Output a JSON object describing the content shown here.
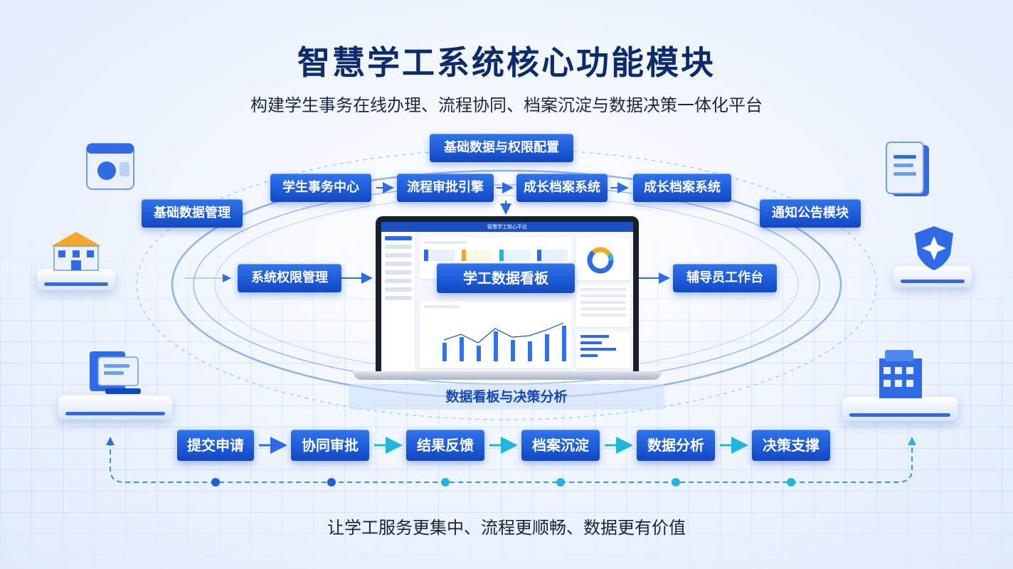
{
  "title": "智慧学工系统核心功能模块",
  "subtitle": "构建学生事务在线办理、流程协同、档案沉淀与数据决策一体化平台",
  "tagline": "让学工服务更集中、流程更顺畅、数据更有价值",
  "top_modules": {
    "config": "基础数据与权限配置",
    "row": [
      "学生事务中心",
      "流程审批引擎",
      "成长档案系统",
      "成长档案系统"
    ]
  },
  "side_modules": {
    "left_top": "基础数据管理",
    "left_mid": "系统权限管理",
    "right_top": "通知公告模块",
    "right_mid": "辅导员工作台"
  },
  "center": {
    "dashboard_label": "学工数据看板",
    "screen_title": "智慧学工核心平台",
    "caption": "数据看板与决策分析"
  },
  "flow_steps": [
    "提交申请",
    "协同审批",
    "结果反馈",
    "档案沉淀",
    "数据分析",
    "决策支撑"
  ],
  "colors": {
    "primary": "#1f5fdc",
    "dark_title": "#0d2a6b",
    "cyan_accent": "#1fb6e0"
  },
  "icons": [
    "window-app-icon",
    "document-icon",
    "school-building-icon",
    "shield-icon",
    "monitor-form-icon",
    "office-building-icon"
  ]
}
